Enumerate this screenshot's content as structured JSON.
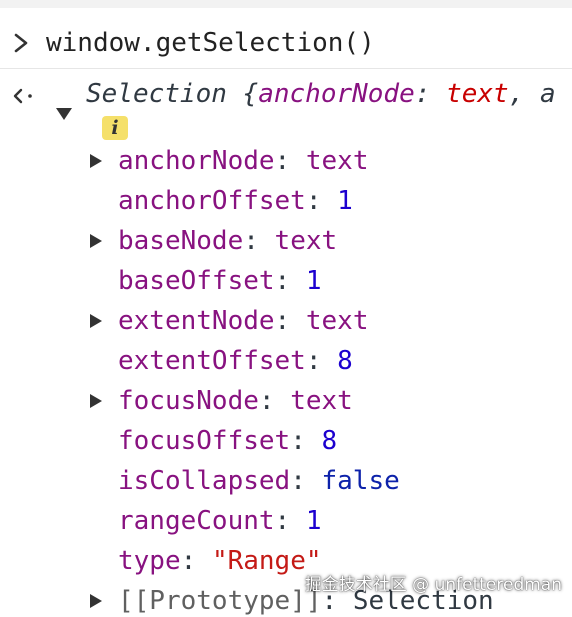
{
  "console": {
    "input": {
      "command": "window.getSelection()"
    },
    "output": {
      "summary": {
        "object_name": "Selection",
        "preview_key": "anchorNode",
        "preview_value": "text",
        "preview_tail": ", a"
      },
      "info_badge": "i",
      "properties": [
        {
          "key": "anchorNode",
          "value": "text",
          "kind": "node",
          "expandable": true
        },
        {
          "key": "anchorOffset",
          "value": "1",
          "kind": "num",
          "expandable": false
        },
        {
          "key": "baseNode",
          "value": "text",
          "kind": "node",
          "expandable": true
        },
        {
          "key": "baseOffset",
          "value": "1",
          "kind": "num",
          "expandable": false
        },
        {
          "key": "extentNode",
          "value": "text",
          "kind": "node",
          "expandable": true
        },
        {
          "key": "extentOffset",
          "value": "8",
          "kind": "num",
          "expandable": false
        },
        {
          "key": "focusNode",
          "value": "text",
          "kind": "node",
          "expandable": true
        },
        {
          "key": "focusOffset",
          "value": "8",
          "kind": "num",
          "expandable": false
        },
        {
          "key": "isCollapsed",
          "value": "false",
          "kind": "bool",
          "expandable": false
        },
        {
          "key": "rangeCount",
          "value": "1",
          "kind": "num",
          "expandable": false
        },
        {
          "key": "type",
          "value": "\"Range\"",
          "kind": "str",
          "expandable": false
        },
        {
          "key": "[[Prototype]]",
          "value": "Selection",
          "kind": "obj",
          "expandable": true
        }
      ]
    }
  },
  "watermark": "掘金技术社区 @ unfetteredman",
  "icons": {
    "prompt": "chevron-right-icon",
    "result": "return-arrow-icon",
    "expand": "triangle-down-icon",
    "property_expand": "triangle-right-icon"
  },
  "colors": {
    "key": "#881280",
    "number": "#1c00cf",
    "string": "#c41a16",
    "boolean": "#0d22aa",
    "info_badge": "#f5e06a"
  }
}
